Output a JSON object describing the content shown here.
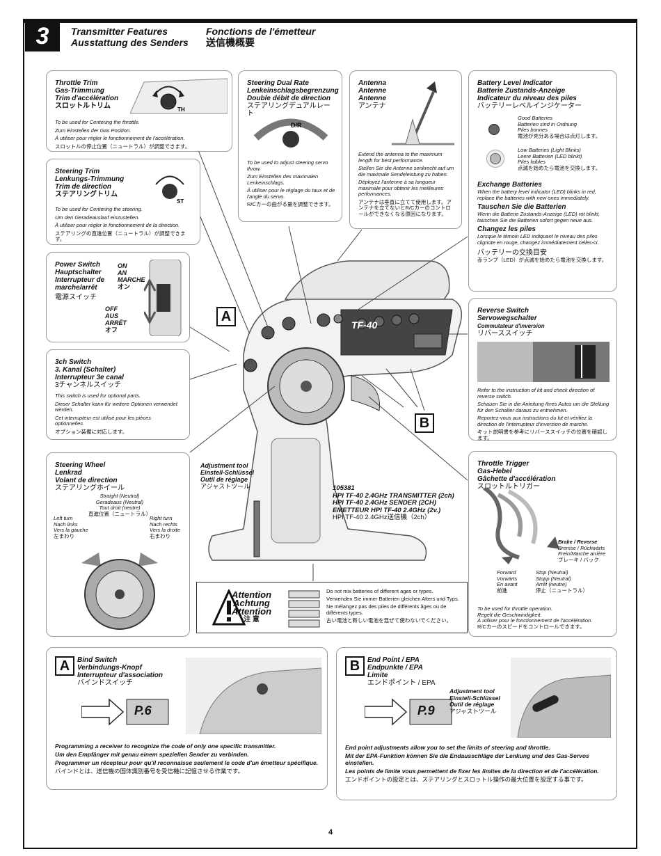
{
  "header": {
    "number": "3",
    "title_en": "Transmitter Features",
    "title_de": "Ausstattung des Senders",
    "title_fr": "Fonctions de l'émetteur",
    "title_jp": "送信機概要"
  },
  "throttle_trim": {
    "title": [
      "Throttle Trim",
      "Gas-Trimmung",
      "Trim d'accélération",
      "スロットルトリム"
    ],
    "body": [
      "To be used for Centering the throttle.",
      "Zum Einstellen der Gas Position.",
      "À utiliser pour régler le fonctionnement de l'accélération.",
      "スロットルの停止位置（ニュートラル）が調整できます。"
    ],
    "knob_label": "TH"
  },
  "steering_trim": {
    "title": [
      "Steering Trim",
      "Lenkungs-Trimmung",
      "Trim de direction",
      "ステアリングトリム"
    ],
    "body": [
      "To be used for Centering the steering.",
      "Um den Geradeauslauf einzustellen.",
      "À utiliser pour régler le fonctionnement de la direction.",
      "ステアリングの直進位置（ニュートラル）が調整できます。"
    ],
    "knob_label": "ST"
  },
  "dual_rate": {
    "title": [
      "Steering Dual Rate",
      "Lenkeinschlagsbegrenzung",
      "Double débit de direction",
      "ステアリングデュアルレート"
    ],
    "body": [
      "To be used to adjust steering servo throw.",
      "Zum Einstellen des maximalen Lenkeinschlags.",
      "À utiliser pour le réglage du taux et de l'angle du servo.",
      "R/Cカーの曲がる量を調整できます。"
    ],
    "knob_label": "D/R"
  },
  "antenna": {
    "title": [
      "Antenna",
      "Antenne",
      "Antenne",
      "アンテナ"
    ],
    "body": [
      "Extend the antenna to the maximum length for best performance.",
      "Stellen Sie die Antenne senkrecht auf um die maximale Sendeleistung zu haben.",
      "Déployez l'antenne à sa longueur maximale pour obtenir les meilleures performances.",
      "アンテナは垂直に立てて使用します。アンテナを立てないとR/Cカーのコントロールができなくなる原因になります。"
    ]
  },
  "battery": {
    "title": [
      "Battery Level Indicator",
      "Batterie Zustands-Anzeige",
      "Indicateur du niveau des piles",
      "バッテリーレベルインジケーター"
    ],
    "good": [
      "Good Batteries",
      "Batterien sind in Ordnung",
      "Piles bonnes",
      "電池が充分ある場合は点灯します。"
    ],
    "low": [
      "Low Batteries (Light Blinks)",
      "Leere Batterien (LED blinkt)",
      "Piles faibles",
      "点滅を始めたら電池を交換します。"
    ],
    "exchange_title": "Exchange Batteries",
    "exchange_body": "When the battery level indicator (LED) blinks in red, replace the batteries with new ones immediately.",
    "tauschen_title": "Tauschen Sie die Batterien",
    "tauschen_body": "Wenn die Batterie Zustands-Anzeige (LED) rot blinkt, tauschen Sie die Batterien sofort gegen neue aus.",
    "changez_title": "Changez les piles",
    "changez_body": "Lorsque le témoin LED indiquant le niveau des piles clignote en rouge, changez immédiatement celles-ci.",
    "jp_title": "バッテリーの交換目安",
    "jp_body": "赤ランプ（LED）が点滅を始めたら電池を交換します。"
  },
  "power_switch": {
    "title": [
      "Power Switch",
      "Hauptschalter",
      "Interrupteur de marche/arrêt",
      "電源スイッチ"
    ],
    "on": [
      "ON",
      "AN",
      "MARCHE",
      "オン"
    ],
    "off": [
      "OFF",
      "AUS",
      "ARRÊT",
      "オフ"
    ]
  },
  "reverse_switch": {
    "title": [
      "Reverse Switch",
      "Servowegschalter",
      "Commutateur d'inversion",
      "リバーススイッチ"
    ],
    "body": [
      "Refer to the instruction of kit and check direction of reverse switch.",
      "Schauen Sie in die Anleitung Ihres Autos um die Stellung für den Schalter daraus zu entnehmen.",
      "Reportez-vous aux instructions du kit et vérifiez la direction de l'interrupteur d'inversion de marche.",
      "キット説明書を参考にリバーススイッチの位置を確認します。"
    ]
  },
  "ch3_switch": {
    "title": [
      "3ch Switch",
      "3. Kanal (Schalter)",
      "Interrupteur 3e canal",
      "3チャンネルスイッチ"
    ],
    "body": [
      "This switch is used for optional parts.",
      "Dieser Schalter kann für weitere Optionen verwendet werden.",
      "Cet interrupteur est utilisé pour les pièces optionnelles.",
      "オプション装備に対応します。"
    ]
  },
  "steering_wheel": {
    "title": [
      "Steering Wheel",
      "Lenkrad",
      "Volant de direction",
      "ステアリングホイール"
    ],
    "straight": [
      "Straight (Neutral)",
      "Geradeaus (Neutral)",
      "Tout droit (neutre)",
      "直進位置（ニュートラル）"
    ],
    "left": [
      "Left turn",
      "Nach links",
      "Vers la gauche",
      "左まわり"
    ],
    "right": [
      "Right turn",
      "Nach rechts",
      "Vers la droite",
      "右まわり"
    ]
  },
  "adjustment_tool": {
    "title": [
      "Adjustment tool",
      "Einstell-Schlüssel",
      "Outil de réglage",
      "アジャストツール"
    ]
  },
  "product": {
    "number": "105381",
    "lines": [
      "HPI TF-40 2.4GHz TRANSMITTER (2ch)",
      "HPI TF-40 2.4GHz SENDER (2CH)",
      "EMETTEUR HPI TF-40 2.4GHz (2v.)",
      "HPI TF-40 2.4GHz送信機（2ch）"
    ],
    "model_badge": "TF-40"
  },
  "throttle_trigger": {
    "title": [
      "Throttle Trigger",
      "Gas-Hebel",
      "Gâchette d'accélération",
      "スロットルトリガー"
    ],
    "brake": [
      "Brake / Reverse",
      "Bremse / Rückwärts",
      "Frein/Marche arrière",
      "ブレーキ / バック"
    ],
    "forward": [
      "Forward",
      "Vorwärts",
      "En avant",
      "前進"
    ],
    "stop": [
      "Stop (Neutral)",
      "Stopp (Neutral)",
      "Arrêt (neutre)",
      "停止（ニュートラル）"
    ],
    "body": [
      "To be used for throttle operation.",
      "Regelt die Geschwindigkeit.",
      "À utiliser pour le fonctionnement de l'accélération.",
      "R/Cカーのスピードをコントロールできます。"
    ]
  },
  "attention": {
    "words": [
      "Attention",
      "Achtung",
      "Attention",
      "注 意"
    ],
    "lines": [
      "Do not mix batteries of different ages or types.",
      "Verwenden Sie immer Batterien gleichen Alters und Typs.",
      "Ne mélangez pas des piles de différents âges ou de différents types.",
      "古い電池と新しい電池を混ぜて使わないでください。"
    ]
  },
  "bind": {
    "letter": "A",
    "title": [
      "Bind Switch",
      "Verbindungs-Knopf",
      "Interrupteur d'association",
      "バインドスイッチ"
    ],
    "page_ref": "P.6",
    "body": [
      "Programming a receiver to recognize the code of only one specific transmitter.",
      "Um den Empfänger mit genau einem speziellen Sender zu verbinden.",
      "Programmer un récepteur pour qu'il reconnaisse seulement le code d'un émetteur spécifique.",
      "バインドとは、送信機の固体識別番号を受信機に記憶させる作業です。"
    ]
  },
  "epa": {
    "letter": "B",
    "title": [
      "End Point / EPA",
      "Endpunkte / EPA",
      "Limite",
      "エンドポイント / EPA"
    ],
    "page_ref": "P.9",
    "tool": [
      "Adjustment tool",
      "Einstell-Schlüssel",
      "Outil de réglage",
      "アジャストツール"
    ],
    "body": [
      "End point adjustments allow you to set the limits of steering and throttle.",
      "Mit der EPA-Funktion können Sie die Endausschläge der Lenkung und des Gas-Servos einstellen.",
      "Les points de limite vous permettent de fixer les limites de la direction et de l'accélération.",
      "エンドポイントの設定とは、ステアリングとスロットル操作の最大位置を設定する事です。"
    ]
  },
  "callouts": {
    "a": "A",
    "b": "B"
  },
  "page_number": "4"
}
